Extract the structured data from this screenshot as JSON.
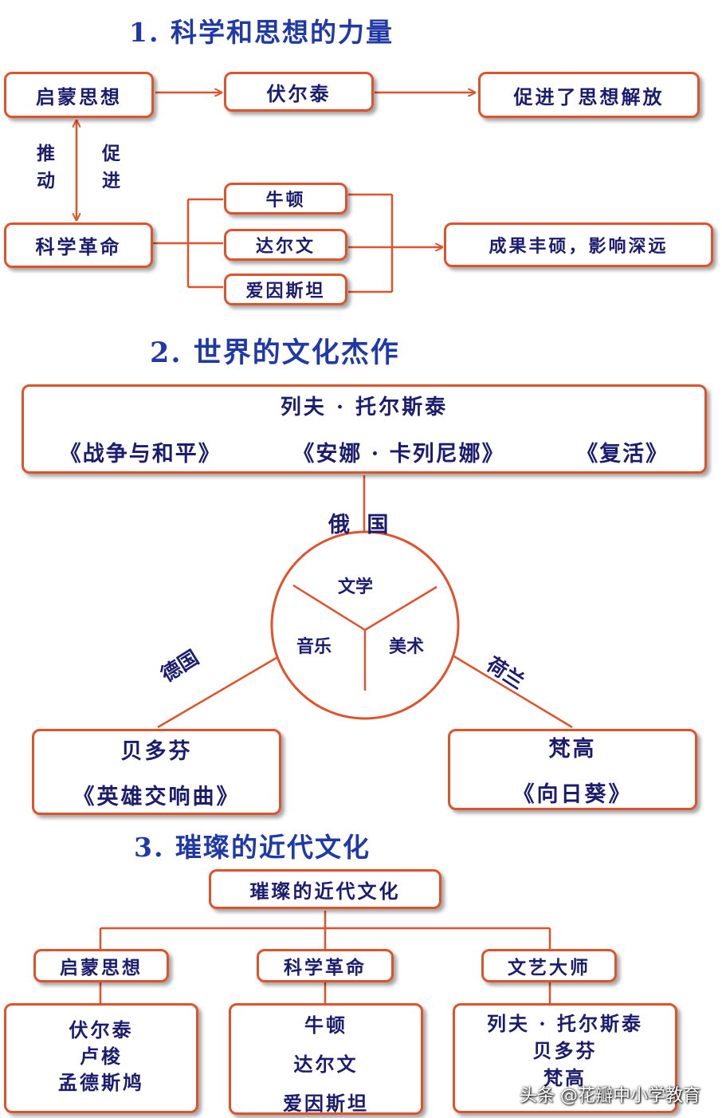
{
  "section1": {
    "title": "1. 科学和思想的力量",
    "enlightenment": "启蒙思想",
    "voltaire": "伏尔泰",
    "liberation": "促进了思想解放",
    "push": "推\n动",
    "promote": "促\n进",
    "sci_rev": "科学革命",
    "newton": "牛顿",
    "darwin": "达尔文",
    "einstein": "爱因斯坦",
    "result": "成果丰硕，影响深远"
  },
  "section2": {
    "title": "2. 世界的文化杰作",
    "tolstoy": "列夫 · 托尔斯泰",
    "work1": "《战争与和平》",
    "work2": "《安娜 · 卡列尼娜》",
    "work3": "《复活》",
    "russia": "俄 国",
    "literature": "文学",
    "music": "音乐",
    "art": "美术",
    "germany": "德国",
    "netherlands": "荷兰",
    "beethoven": "贝多芬",
    "eroica": "《英雄交响曲》",
    "vangogh": "梵高",
    "sunflowers": "《向日葵》"
  },
  "section3": {
    "title": "3. 璀璨的近代文化",
    "root": "璀璨的近代文化",
    "enlightenment": "启蒙思想",
    "sci_rev": "科学革命",
    "masters": "文艺大师",
    "e1": "伏尔泰",
    "e2": "卢梭",
    "e3": "孟德斯鸠",
    "s1": "牛顿",
    "s2": "达尔文",
    "s3": "爱因斯坦",
    "m1": "列夫 · 托尔斯泰",
    "m2": "贝多芬",
    "m3": "梵高"
  },
  "watermark": "头条 @花瓣中小学教育",
  "colors": {
    "line": "#e0522a",
    "title": "#1f3aa6",
    "text": "#1c1c6e"
  }
}
